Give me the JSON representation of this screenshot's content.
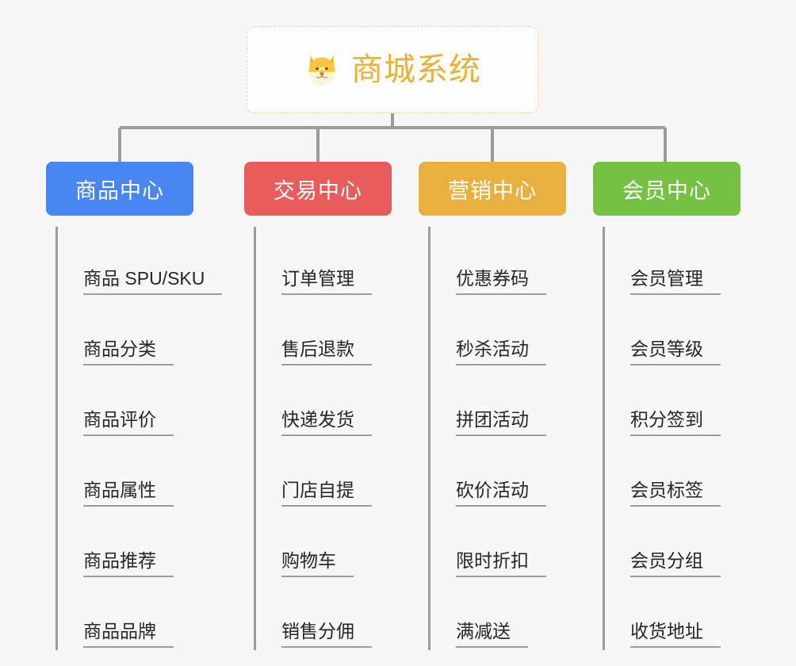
{
  "root": {
    "title": "商城系统",
    "icon": "shiba-dog-icon",
    "title_color": "#e8b03a",
    "border_color": "#eccf92"
  },
  "categories": [
    {
      "label": "商品中心",
      "color": "#4a86f0",
      "items": [
        "商品 SPU/SKU",
        "商品分类",
        "商品评价",
        "商品属性",
        "商品推荐",
        "商品品牌"
      ]
    },
    {
      "label": "交易中心",
      "color": "#e85c5c",
      "items": [
        "订单管理",
        "售后退款",
        "快递发货",
        "门店自提",
        "购物车",
        "销售分佣"
      ]
    },
    {
      "label": "营销中心",
      "color": "#e8af41",
      "items": [
        "优惠券码",
        "秒杀活动",
        "拼团活动",
        "砍价活动",
        "限时折扣",
        "满减送"
      ]
    },
    {
      "label": "会员中心",
      "color": "#76c043",
      "items": [
        "会员管理",
        "会员等级",
        "积分签到",
        "会员标签",
        "会员分组",
        "收货地址"
      ]
    }
  ],
  "theme": {
    "background": "#f7f7f7",
    "connector_color": "#9c9c9c",
    "leaf_text_color": "#262626"
  }
}
